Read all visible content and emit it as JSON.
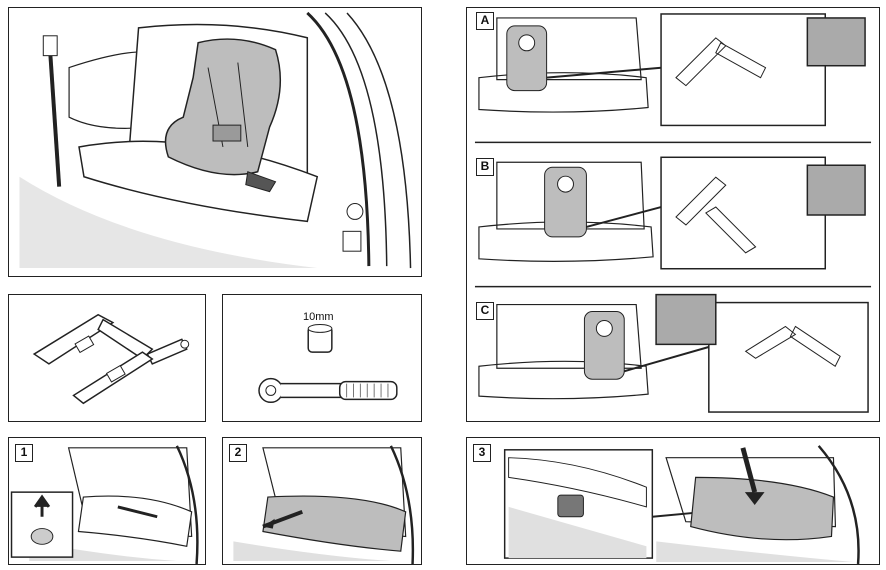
{
  "tool_size": "10mm",
  "step_labels": [
    "1",
    "2",
    "3"
  ],
  "variant_labels": [
    "A",
    "B",
    "C"
  ],
  "colors": {
    "line": "#222222",
    "seat_grey": "#bdbdbd",
    "carpet": "#d9d9d9",
    "paper": "#ffffff"
  }
}
